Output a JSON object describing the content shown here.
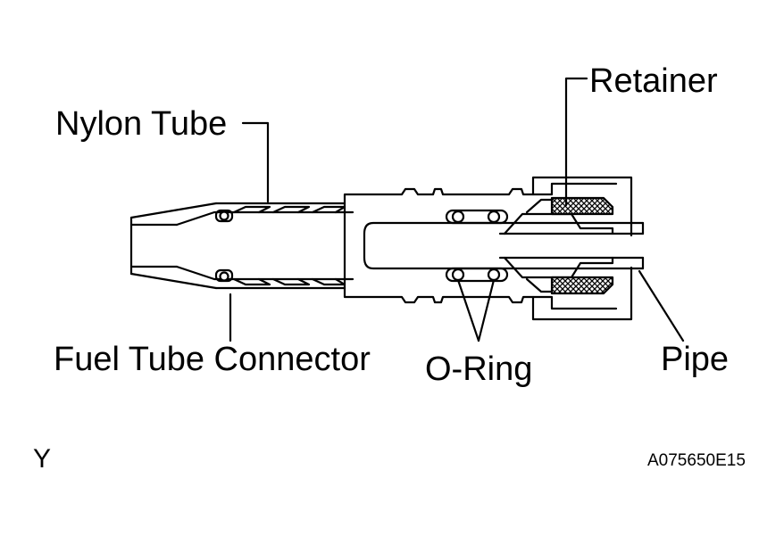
{
  "labels": {
    "retainer": "Retainer",
    "nylon_tube": "Nylon Tube",
    "fuel_tube_connector": "Fuel Tube Connector",
    "o_ring": "O-Ring",
    "pipe": "Pipe"
  },
  "corner_letter": "Y",
  "figure_code": "A075650E15",
  "colors": {
    "line": "#000000",
    "background": "#ffffff"
  }
}
